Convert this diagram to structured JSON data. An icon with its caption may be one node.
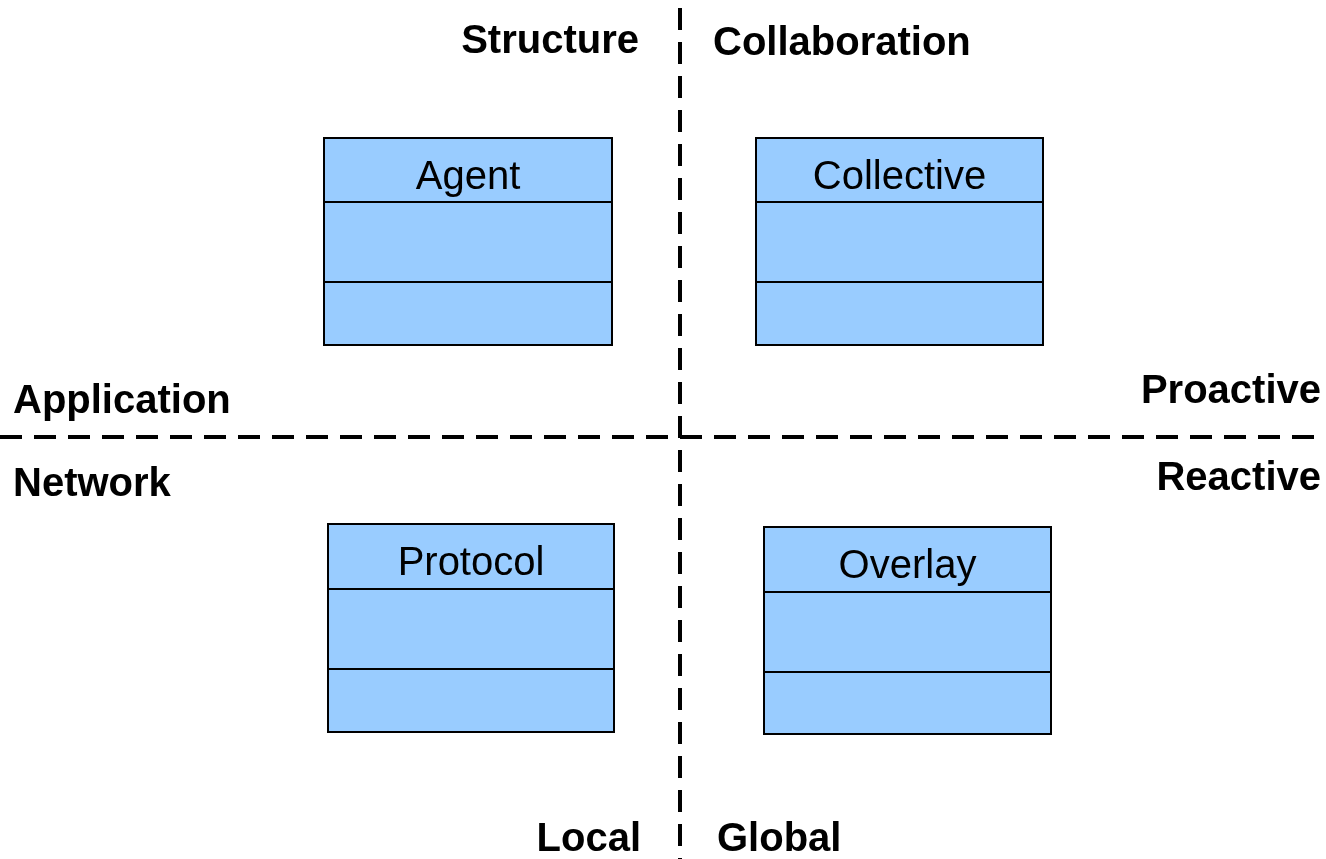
{
  "diagram": {
    "nodes": [
      {
        "text": [
          "Agent"
        ]
      },
      {
        "text": [
          "Collective"
        ]
      },
      {
        "text": [
          "Protocol"
        ]
      },
      {
        "text": [
          "Overlay"
        ]
      }
    ],
    "labels": [
      "Structure",
      "Collaboration",
      "Application",
      "Proactive",
      "Network",
      "Reactive",
      "Local",
      "Global"
    ]
  }
}
